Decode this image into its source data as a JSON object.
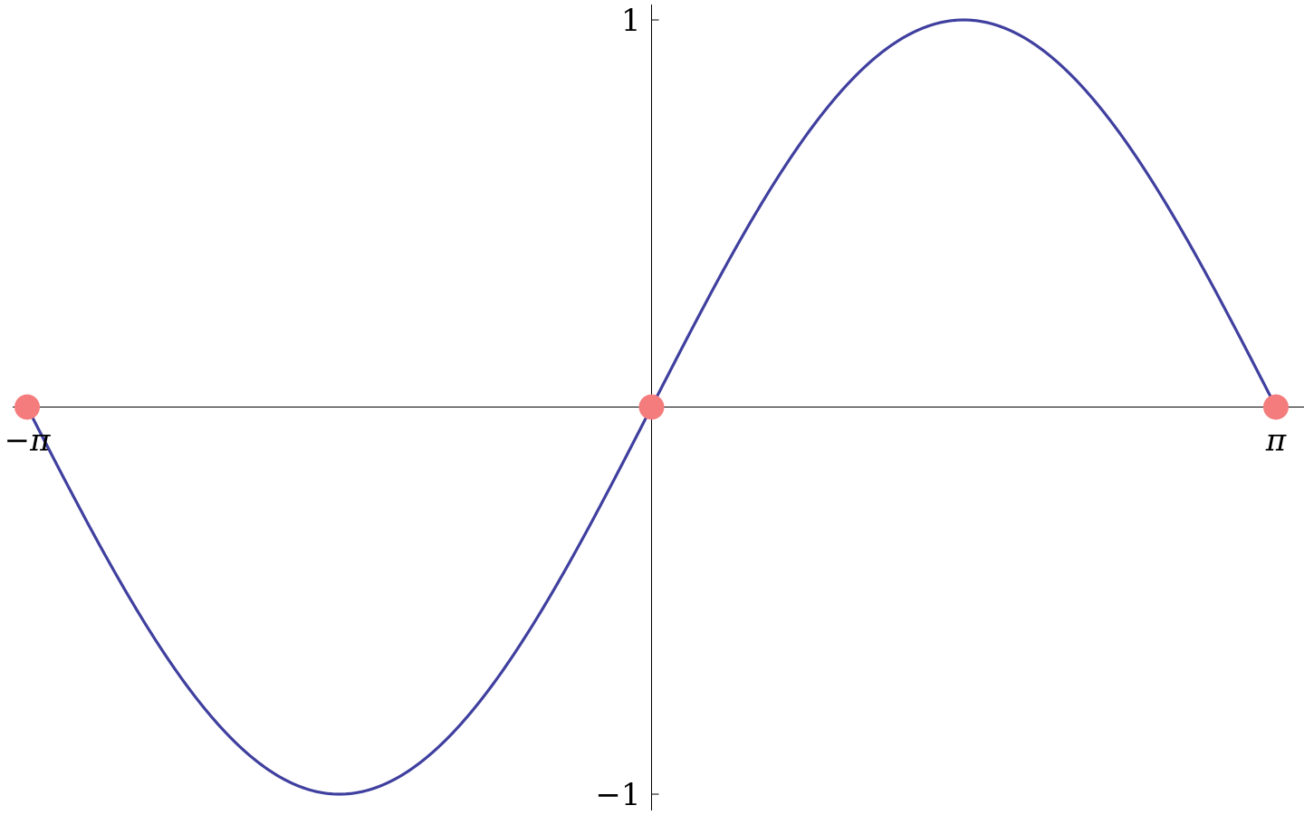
{
  "chart_data": {
    "type": "line",
    "title": "",
    "xlabel": "",
    "ylabel": "",
    "xlim": [
      -3.14159265,
      3.14159265
    ],
    "ylim": [
      -1,
      1
    ],
    "grid": false,
    "x_ticks": [
      {
        "value": -3.14159265,
        "label": "−π"
      },
      {
        "value": 3.14159265,
        "label": "π"
      }
    ],
    "y_ticks": [
      {
        "value": 1,
        "label": "1"
      },
      {
        "value": -1,
        "label": "−1"
      }
    ],
    "series": [
      {
        "function": "sin(x)",
        "color": "#3f3f9f",
        "x": [
          -3.1416,
          -2.7489,
          -2.3562,
          -1.9635,
          -1.5708,
          -1.1781,
          -0.7854,
          -0.3927,
          0,
          0.3927,
          0.7854,
          1.1781,
          1.5708,
          1.9635,
          2.3562,
          2.7489,
          3.1416
        ],
        "y": [
          0,
          -0.3827,
          -0.7071,
          -0.9239,
          -1,
          -0.9239,
          -0.7071,
          -0.3827,
          0,
          0.3827,
          0.7071,
          0.9239,
          1,
          0.9239,
          0.7071,
          0.3827,
          0
        ]
      }
    ],
    "highlighted_points": {
      "color": "#f47c7c",
      "points": [
        {
          "x": -3.14159265,
          "y": 0
        },
        {
          "x": 0,
          "y": 0
        },
        {
          "x": 3.14159265,
          "y": 0
        }
      ]
    }
  }
}
